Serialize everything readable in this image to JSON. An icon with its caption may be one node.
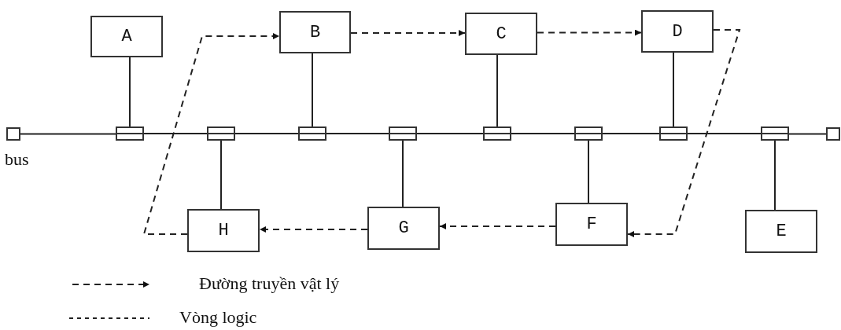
{
  "diagram": {
    "nodes": [
      {
        "text": [
          "A"
        ]
      },
      {
        "text": [
          "B"
        ]
      },
      {
        "text": [
          "C"
        ]
      },
      {
        "text": [
          "D"
        ]
      },
      {
        "text": [
          "H"
        ]
      },
      {
        "text": [
          "G"
        ]
      },
      {
        "text": [
          "F"
        ]
      },
      {
        "text": [
          "E"
        ]
      },
      {
        "text": [],
        "shape": "box",
        "beside": [
          "bus"
        ]
      },
      {
        "text": [],
        "shape": "box"
      },
      {
        "text": [],
        "shape": "box"
      },
      {
        "text": [],
        "shape": "box"
      },
      {
        "text": [],
        "shape": "box"
      },
      {
        "text": [],
        "shape": "box"
      },
      {
        "text": [],
        "shape": "box"
      },
      {
        "text": [],
        "shape": "box"
      },
      {
        "text": [],
        "shape": "box"
      },
      {
        "text": [],
        "shape": "box"
      }
    ],
    "edges": [
      {
        "from": 1,
        "to": 2,
        "arrow": "to",
        "style": "dashed"
      },
      {
        "from": 2,
        "to": 3,
        "arrow": "to",
        "style": "dashed"
      },
      {
        "from": 3,
        "to": 6,
        "arrow": "to",
        "style": "dashed"
      },
      {
        "from": 6,
        "to": 5,
        "arrow": "to",
        "style": "dashed"
      },
      {
        "from": 5,
        "to": 4,
        "arrow": "to",
        "style": "dashed"
      },
      {
        "from": 4,
        "to": 1,
        "arrow": "to",
        "style": "dashed"
      },
      {
        "from": 0,
        "to": 9,
        "arrow": "none"
      },
      {
        "from": 4,
        "to": 10,
        "arrow": "none"
      },
      {
        "from": 1,
        "to": 11,
        "arrow": "none"
      },
      {
        "from": 5,
        "to": 12,
        "arrow": "none"
      },
      {
        "from": 2,
        "to": 13,
        "arrow": "none"
      },
      {
        "from": 6,
        "to": 14,
        "arrow": "none"
      },
      {
        "from": 3,
        "to": 15,
        "arrow": "none"
      },
      {
        "from": 7,
        "to": 16,
        "arrow": "none"
      },
      {
        "from": 8,
        "to": 9,
        "arrow": "none"
      },
      {
        "from": 9,
        "to": 10,
        "arrow": "none"
      },
      {
        "from": 10,
        "to": 11,
        "arrow": "none"
      },
      {
        "from": 11,
        "to": 12,
        "arrow": "none"
      },
      {
        "from": 12,
        "to": 13,
        "arrow": "none"
      },
      {
        "from": 13,
        "to": 14,
        "arrow": "none"
      },
      {
        "from": 14,
        "to": 15,
        "arrow": "none"
      },
      {
        "from": 15,
        "to": 16,
        "arrow": "none"
      },
      {
        "from": 16,
        "to": 17,
        "arrow": "none"
      }
    ],
    "legend": [
      {
        "text": "Đường truyền vật lý"
      },
      {
        "text": "Vòng logic"
      }
    ]
  }
}
